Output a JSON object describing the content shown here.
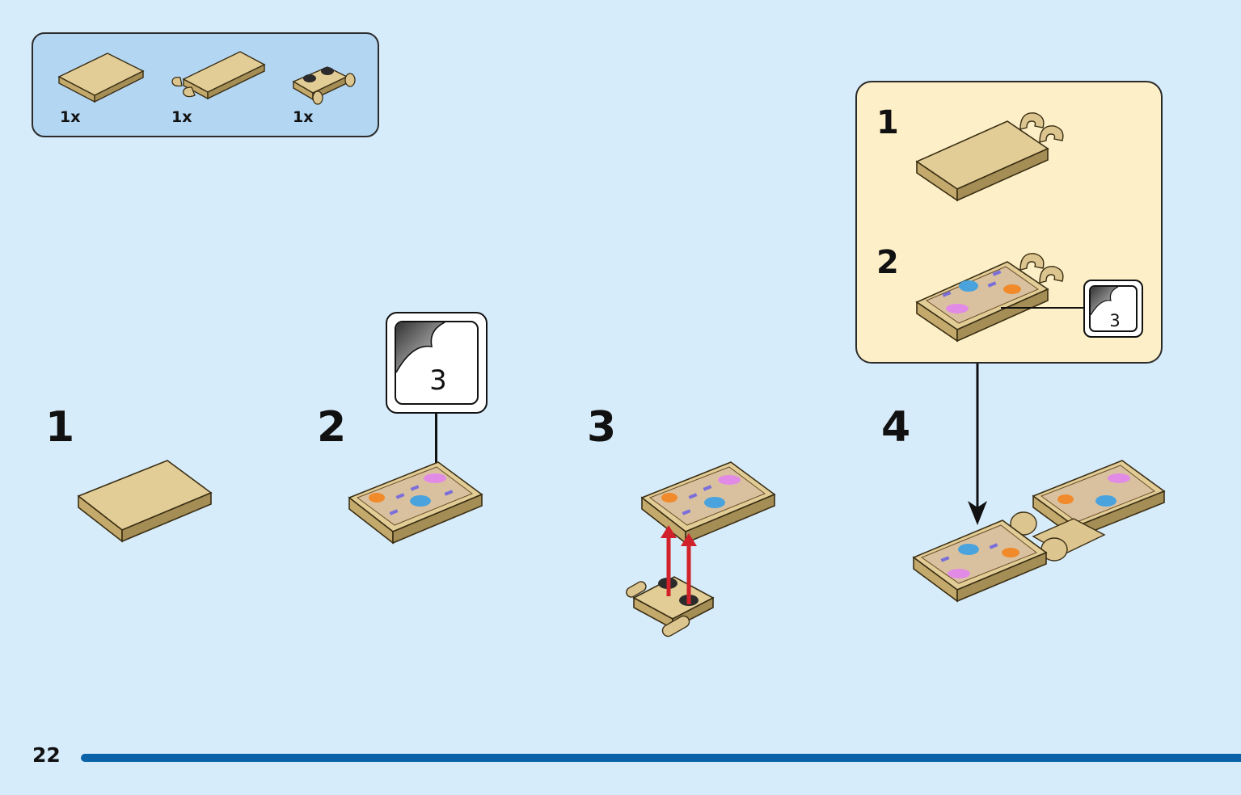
{
  "page": {
    "number": "22"
  },
  "colors": {
    "background": "#d7ecfa",
    "parts_box": "#b3d6f3",
    "sub_panel": "#fdf0c8",
    "brick_tan": "#dcc58e",
    "arrow_red": "#d1212a",
    "rule_blue": "#0a63a8"
  },
  "parts": [
    {
      "icon": "tan-flat-tile-2x3",
      "qty": "1x"
    },
    {
      "icon": "tan-tile-with-clips",
      "qty": "1x"
    },
    {
      "icon": "tan-plate-with-bar-handles",
      "qty": "1x"
    }
  ],
  "steps": [
    {
      "number": "1"
    },
    {
      "number": "2",
      "sticker": "3"
    },
    {
      "number": "3"
    },
    {
      "number": "4"
    }
  ],
  "sub_steps": [
    {
      "number": "1"
    },
    {
      "number": "2",
      "sticker": "3"
    }
  ]
}
